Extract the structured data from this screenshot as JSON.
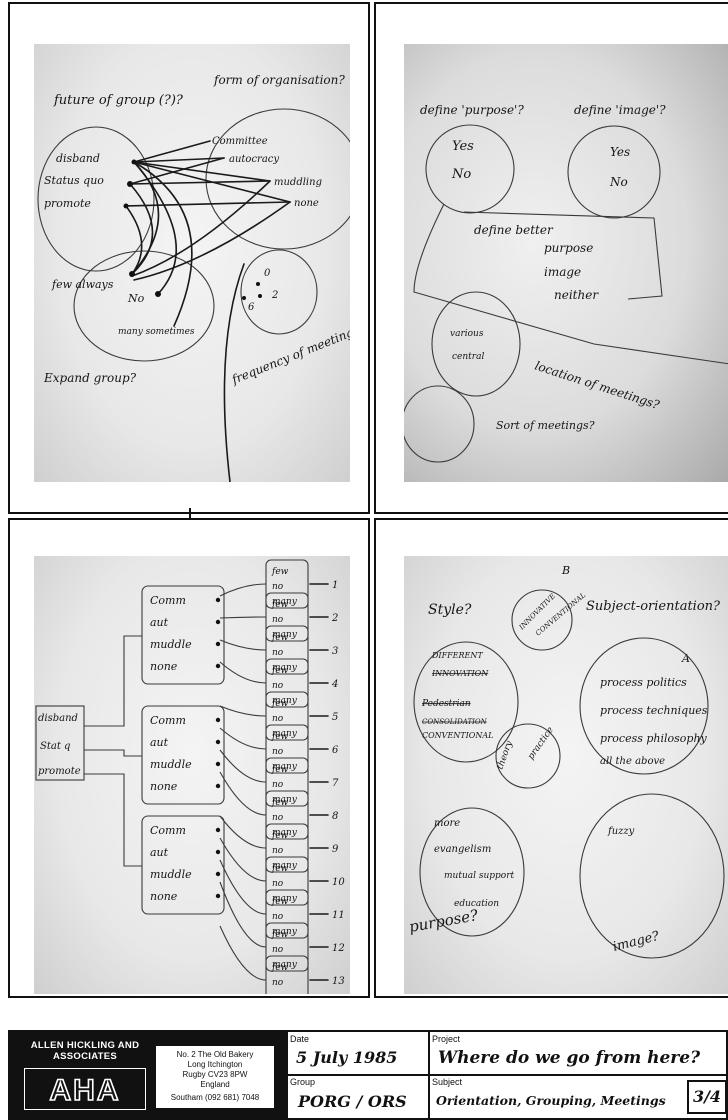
{
  "panels": {
    "p1": {
      "title_left": "future of group (?)?",
      "title_right": "form of organisation?",
      "left_items": [
        "disband",
        "Status quo",
        "promote"
      ],
      "right_items": [
        "Committee",
        "autocracy",
        "muddling",
        "none"
      ],
      "few_label": "few always",
      "no_label": "No",
      "many_label": "many sometimes",
      "freq_numbers": [
        "0",
        "2",
        "6"
      ],
      "expand": "Expand group?",
      "frequency": "frequency of meetings per year"
    },
    "p2": {
      "purpose_q": "define 'purpose'?",
      "image_q": "define 'image'?",
      "yes": "Yes",
      "no": "No",
      "define_better": "define better",
      "opts": [
        "purpose",
        "image",
        "neither"
      ],
      "locations": [
        "various",
        "central"
      ],
      "location_q": "location of meetings?",
      "sort_q": "Sort of meetings?"
    },
    "p3": {
      "roots": [
        "disband",
        "Stat q",
        "promote"
      ],
      "branch": [
        "Comm",
        "aut",
        "muddle",
        "none"
      ],
      "freq": [
        "few",
        "no",
        "many"
      ],
      "numbers": [
        "1",
        "2",
        "3",
        "4",
        "5",
        "6",
        "7",
        "8",
        "9",
        "10",
        "11",
        "12",
        "13"
      ]
    },
    "p4": {
      "style_q": "Style?",
      "b_label": "B",
      "a_label": "A",
      "subject_q": "Subject-orientation?",
      "innov": "INNOVATIVE",
      "conv": "CONVENTIONAL",
      "style_items": [
        "DIFFERENT",
        "INNOVATION",
        "Pedestrian",
        "CONSOLIDATION",
        "CONVENTIONAL"
      ],
      "theory": "theory",
      "practice": "practice",
      "subject_items": [
        "process politics",
        "process techniques",
        "process philosophy",
        "all the above"
      ],
      "purpose_items": [
        "more",
        "evangelism",
        "mutual support",
        "education"
      ],
      "purpose_q": "purpose?",
      "fuzzy": "fuzzy",
      "image_q": "image?"
    }
  },
  "footer": {
    "firm_name": "ALLEN HICKLING AND ASSOCIATES",
    "logo_text": "AHA",
    "address": [
      "No. 2 The Old Bakery",
      "Long Itchington",
      "Rugby CV23 8PW",
      "England",
      "Southam (092 681) 7048"
    ],
    "date_label": "Date",
    "date": "5 July 1985",
    "project_label": "Project",
    "project": "Where do we go from here?",
    "group_label": "Group",
    "group": "PORG / ORS",
    "subject_label": "Subject",
    "subject": "Orientation, Grouping, Meetings",
    "sheet": "3/4"
  }
}
